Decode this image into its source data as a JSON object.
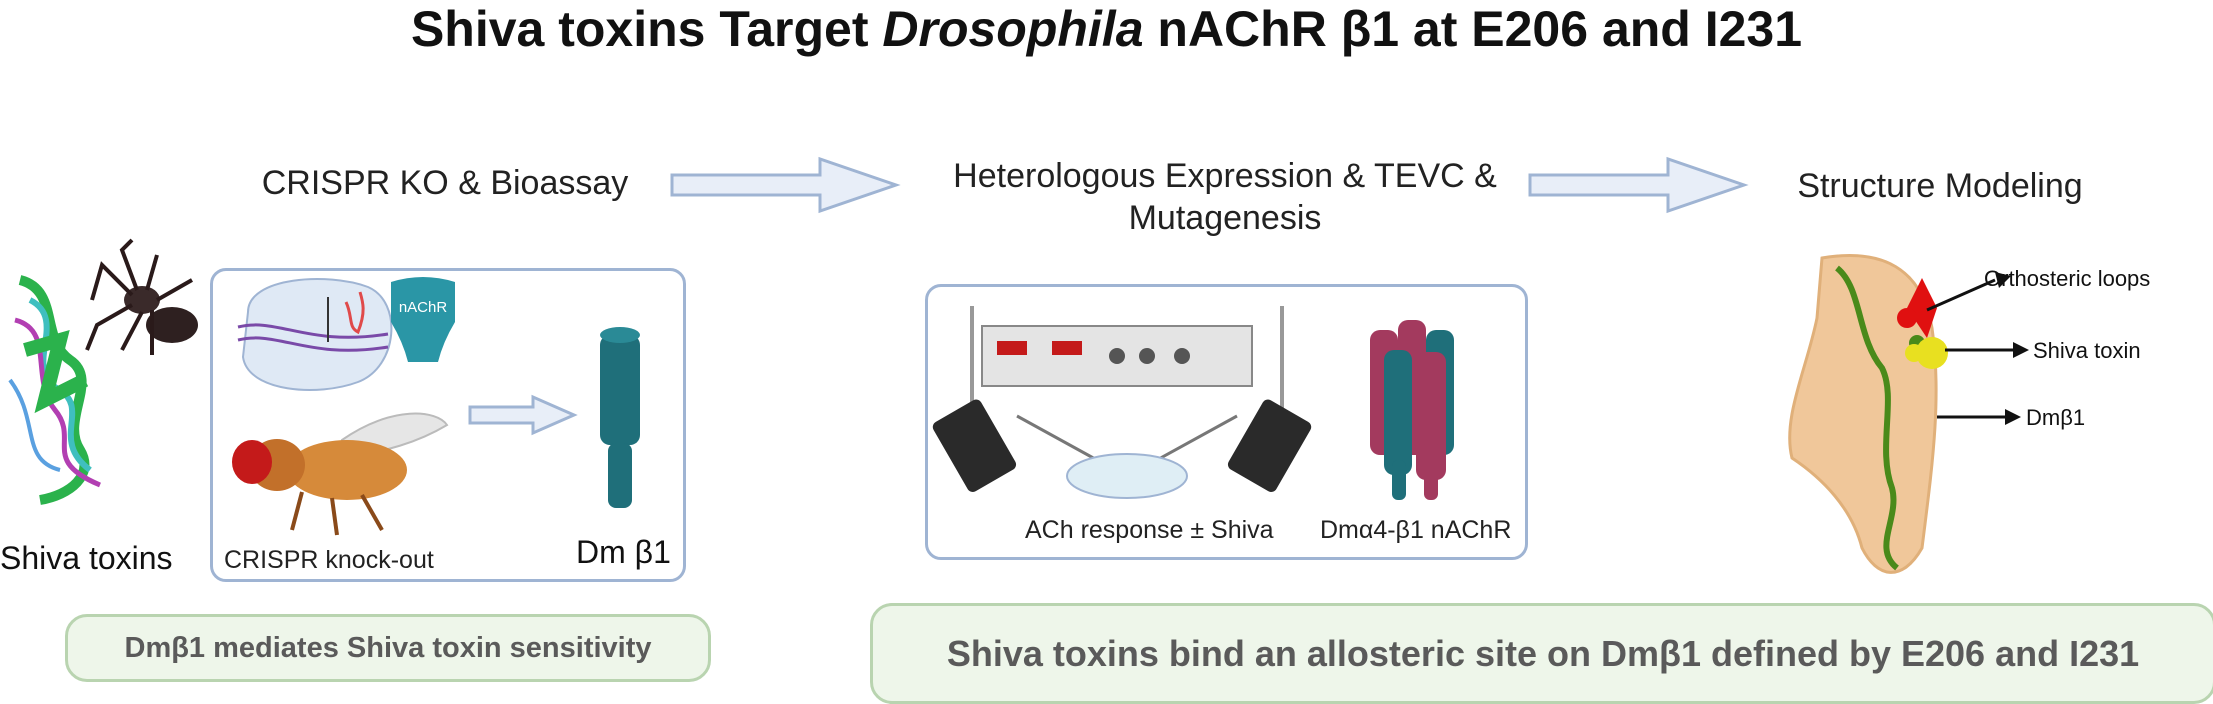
{
  "title": {
    "prefix": "Shiva toxins Target ",
    "italic": "Drosophila",
    "suffix": " nAChR β1 at E206 and I231"
  },
  "steps": {
    "crispr": "CRISPR KO & Bioassay",
    "hetero_line1": "Heterologous Expression & TEVC &",
    "hetero_line2": "Mutagenesis",
    "structure": "Structure Modeling"
  },
  "left_panel": {
    "shiva_toxins": "Shiva toxins",
    "crispr_knockout": "CRISPR knock-out",
    "dm_beta1": "Dm β1",
    "nachr_icon_text": "nAChR"
  },
  "middle_panel": {
    "ach_response": "ACh response ± Shiva",
    "receptor_label": "Dmα4-β1 nAChR"
  },
  "structure_annotations": {
    "orthosteric": "Orthosteric loops",
    "shiva": "Shiva toxin",
    "dmb1": "Dmβ1"
  },
  "results": {
    "left": "Dmβ1 mediates Shiva toxin sensitivity",
    "right": "Shiva toxins bind an allosteric site on Dmβ1 defined by  E206 and I231"
  },
  "colors": {
    "arrow_fill": "#e8eef8",
    "arrow_stroke": "#9fb4d3",
    "teal": "#1f6f7a",
    "maroon": "#a33a5e",
    "protein": "#f0c79a",
    "red_loops": "#e01010",
    "yellow_toxin": "#e8e020",
    "green_backbone": "#4a8a1a"
  }
}
